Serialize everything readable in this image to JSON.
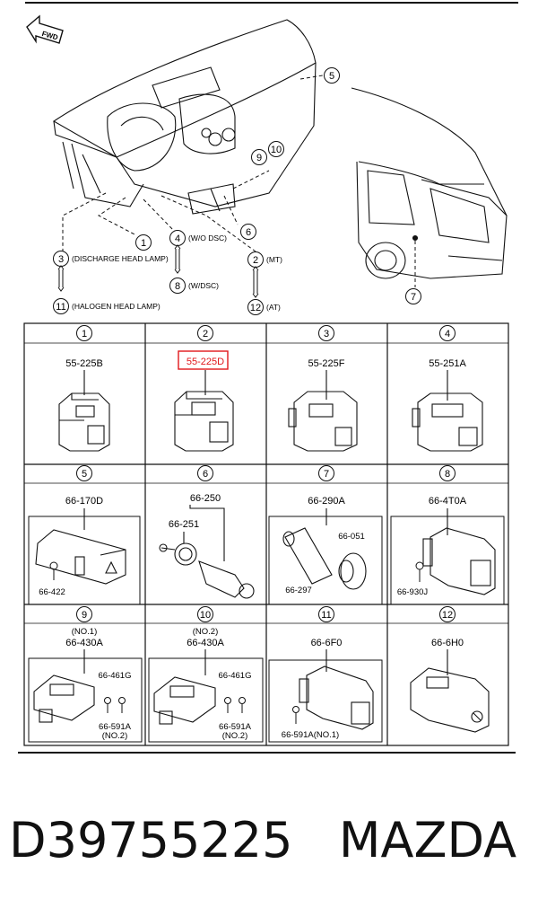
{
  "fwd_label": "FWD",
  "top_callouts": {
    "c1": "1",
    "c2": "2",
    "c2_text": "(MT)",
    "c3": "3",
    "c3_text": "(DISCHARGE HEAD LAMP)",
    "c4": "4",
    "c4_text": "(W/O DSC)",
    "c5": "5",
    "c6": "6",
    "c7": "7",
    "c8": "8",
    "c8_text": "(W/DSC)",
    "c9": "9",
    "c10": "10",
    "c11": "11",
    "c11_text": "(HALOGEN HEAD LAMP)",
    "c12": "12",
    "c12_text": "(AT)"
  },
  "cells": [
    {
      "num": "1",
      "labels": [
        "55-225B"
      ]
    },
    {
      "num": "2",
      "labels": [
        "55-225D"
      ]
    },
    {
      "num": "3",
      "labels": [
        "55-225F"
      ]
    },
    {
      "num": "4",
      "labels": [
        "55-251A"
      ]
    },
    {
      "num": "5",
      "labels": [
        "66-170D",
        "66-422"
      ]
    },
    {
      "num": "6",
      "labels": [
        "66-250",
        "66-251"
      ]
    },
    {
      "num": "7",
      "labels": [
        "66-290A",
        "66-051",
        "66-297"
      ]
    },
    {
      "num": "8",
      "labels": [
        "66-4T0A",
        "66-930J"
      ]
    },
    {
      "num": "9",
      "labels": [
        "(NO.1)",
        "66-430A",
        "66-461G",
        "66-591A",
        "(NO.2)"
      ]
    },
    {
      "num": "10",
      "labels": [
        "(NO.2)",
        "66-430A",
        "66-461G",
        "66-591A",
        "(NO.2)"
      ]
    },
    {
      "num": "11",
      "labels": [
        "66-6F0",
        "66-591A(NO.1)"
      ]
    },
    {
      "num": "12",
      "labels": [
        "66-6H0"
      ]
    }
  ],
  "caption": "D39755225   MAZDA",
  "colors": {
    "highlight": "#e0161b",
    "ink": "#111111"
  }
}
